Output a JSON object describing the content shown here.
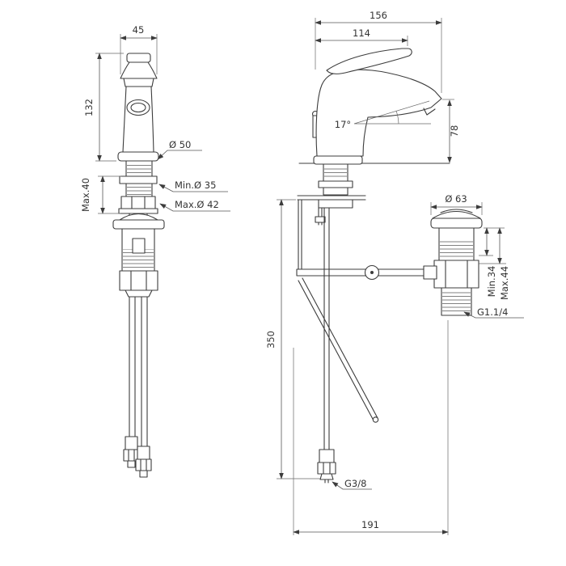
{
  "drawing": {
    "front_view": {
      "width": "45",
      "height": "132",
      "base_diameter": "Ø 50",
      "hole_min": "Min.Ø 35",
      "hole_max": "Max.Ø 42",
      "deck_thickness_max": "Max.40"
    },
    "side_view": {
      "depth_total": "156",
      "depth_handle": "114",
      "spout_angle": "17°",
      "spout_height": "78",
      "hose_length": "350",
      "waste_diameter": "Ø 63",
      "waste_deck_min": "Min.34",
      "waste_deck_max": "Max.44",
      "waste_thread": "G1.1/4",
      "supply_thread": "G3/8",
      "depth_footprint": "191"
    }
  }
}
